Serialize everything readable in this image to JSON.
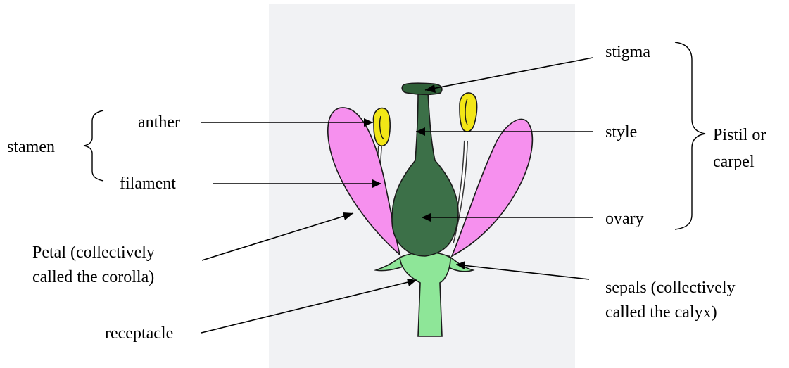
{
  "labels": {
    "stigma": "stigma",
    "style": "style",
    "ovary": "ovary",
    "pistil_line1": "Pistil or",
    "pistil_line2": "carpel",
    "anther": "anther",
    "filament": "filament",
    "stamen": "stamen",
    "petal_line1": "Petal (collectively",
    "petal_line2": "called the corolla)",
    "sepals_line1": "sepals (collectively",
    "sepals_line2": "called the calyx)",
    "receptacle": "receptacle"
  },
  "colors": {
    "background_paper": "#f1f2f4",
    "petal": "#f690ee",
    "pistil": "#3c7048",
    "stigma": "#2f6038",
    "anther": "#f2e616",
    "receptacle": "#8ee698",
    "filament": "#ffffff",
    "text": "#000000"
  }
}
